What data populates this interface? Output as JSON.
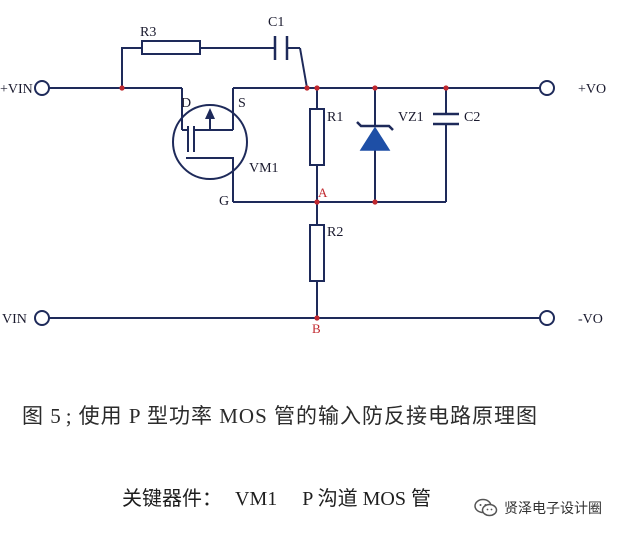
{
  "diagram": {
    "terminals": {
      "vin_plus": "+VIN",
      "vin_minus": "VIN",
      "vo_plus": "+VO",
      "vo_minus": "-VO"
    },
    "components": {
      "r3": "R3",
      "c1": "C1",
      "r1": "R1",
      "r2": "R2",
      "vz1": "VZ1",
      "c2": "C2",
      "vm1": "VM1"
    },
    "pins": {
      "drain": "D",
      "source": "S",
      "gate": "G"
    },
    "nodes": {
      "a": "A",
      "b": "B"
    },
    "colors": {
      "wire": "#1e2a5a",
      "node_dot": "#c0282e",
      "diode_fill": "#1e4fa6"
    }
  },
  "caption": {
    "figure_label": "图 5",
    "separator": ";",
    "text": "使用 P 型功率 MOS 管的输入防反接电路原理图"
  },
  "note": {
    "prefix": "关键器件：",
    "device": "VM1",
    "description": "P 沟道 MOS 管"
  },
  "watermark": {
    "icon": "wechat-icon",
    "text": "贤泽电子设计圈"
  }
}
